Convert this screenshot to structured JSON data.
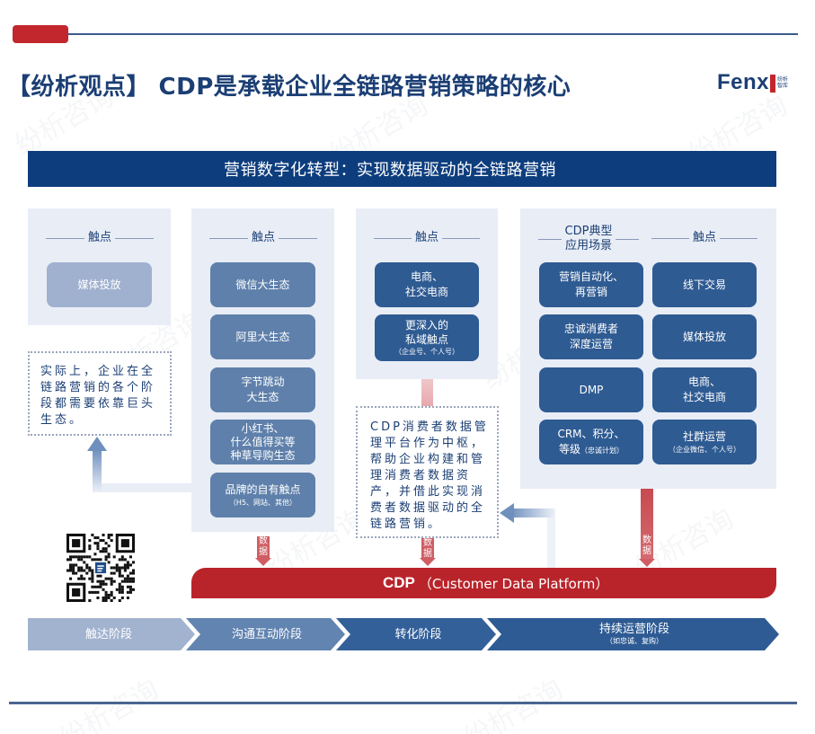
{
  "header": {
    "title": "【纷析观点】 CDP是承载企业全链路营销策略的核心",
    "logo_text": "Fenx",
    "logo_sub": "纷析智库"
  },
  "banner": "营销数字化转型：实现数据驱动的全链路营销",
  "panels": {
    "reach": {
      "heading": "触点",
      "items": [
        {
          "label": "媒体投放"
        }
      ]
    },
    "interact": {
      "heading": "触点",
      "items": [
        {
          "label": "微信大生态"
        },
        {
          "label": "阿里大生态"
        },
        {
          "label": "字节跳动",
          "label2": "大生态"
        },
        {
          "label": "小红书、",
          "label2": "什么值得买等",
          "label3": "种草导购生态"
        },
        {
          "label": "品牌的自有触点",
          "note": "（H5、网站、其他）"
        }
      ]
    },
    "convert": {
      "heading": "触点",
      "items": [
        {
          "label": "电商、",
          "label2": "社交电商"
        },
        {
          "label": "更深入的",
          "label2": "私域触点",
          "note": "（企业号、个人号）"
        }
      ]
    },
    "operate": {
      "heading_left_1": "CDP典型",
      "heading_left_2": "应用场景",
      "heading_right": "触点",
      "scenarios": [
        {
          "label": "营销自动化、",
          "label2": "再营销"
        },
        {
          "label": "忠诚消费者",
          "label2": "深度运营"
        },
        {
          "label": "DMP"
        },
        {
          "label": "CRM、积分、",
          "label2": "等级",
          "note": "（忠诚计划）"
        }
      ],
      "touchpoints": [
        {
          "label": "线下交易"
        },
        {
          "label": "媒体投放"
        },
        {
          "label": "电商、",
          "label2": "社交电商"
        },
        {
          "label": "社群运营",
          "note": "（企业微信、个人号）"
        }
      ]
    }
  },
  "callouts": {
    "left": "实际上，企业在全链路营销的各个阶段都需要依靠巨头生态。",
    "center": "CDP消费者数据管理平台作为中枢，帮助企业构建和管理消费者数据资产，并借此实现消费者数据驱动的全链路营销。"
  },
  "data_arrow_label": "数据",
  "cdp": {
    "name": "CDP",
    "full": "（Customer Data Platform）"
  },
  "stages": [
    {
      "label": "触达阶段"
    },
    {
      "label": "沟通互动阶段"
    },
    {
      "label": "转化阶段"
    },
    {
      "label": "持续运营阶段",
      "note": "（如忠诚、复购）"
    }
  ],
  "colors": {
    "navy": "#0d3d7d",
    "red": "#b8242a",
    "panel_bg": "#e9edf6",
    "node_light": "#9fb1cf",
    "node_mid": "#5e80aa",
    "node_dark": "#2f5b93"
  },
  "watermark": "纷析咨询"
}
